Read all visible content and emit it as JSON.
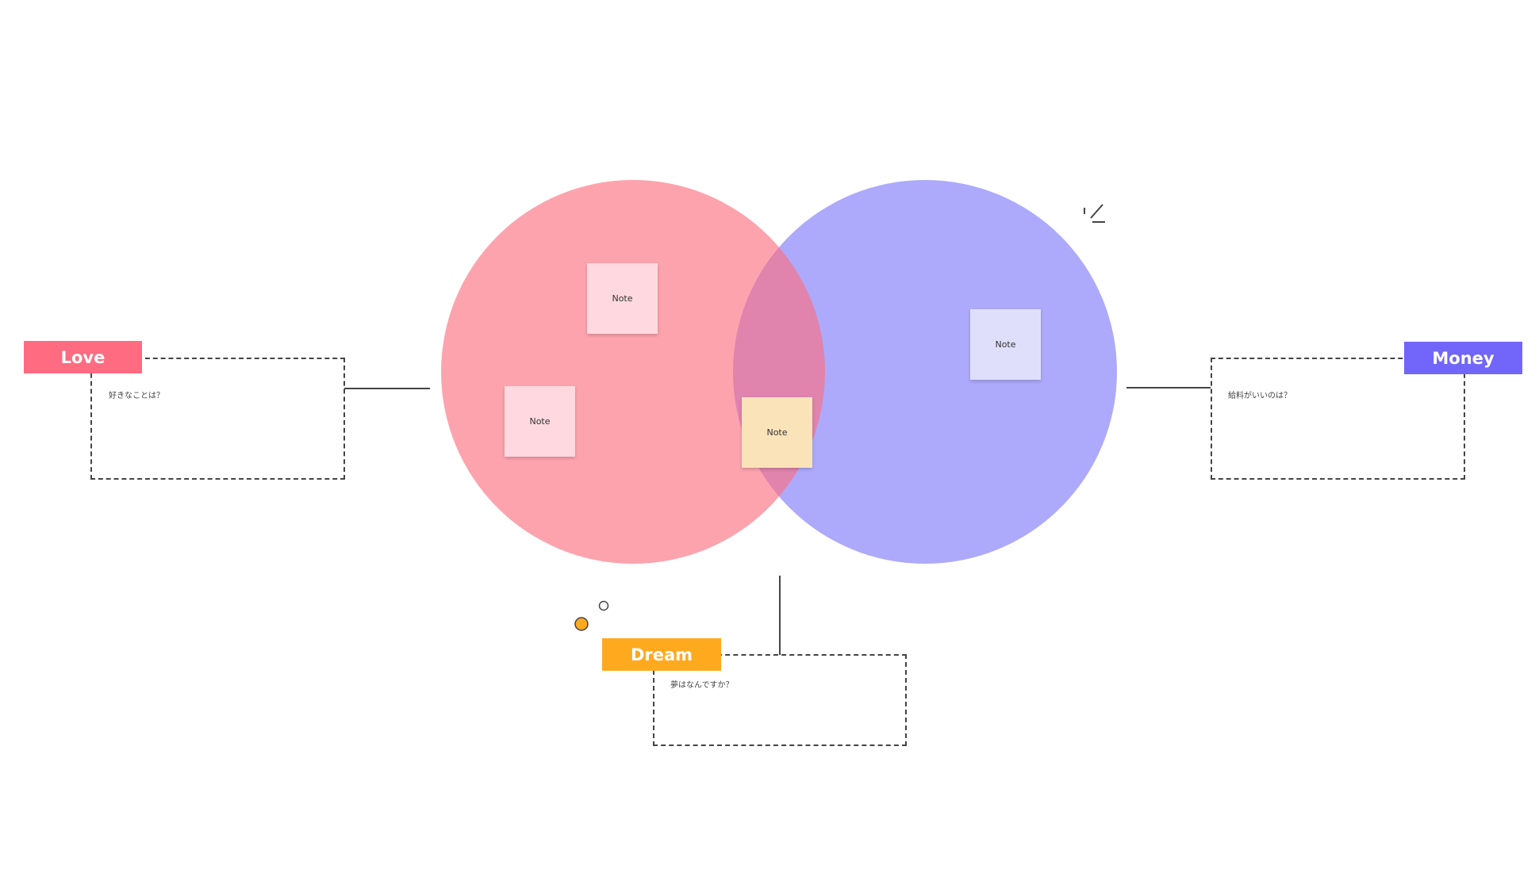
{
  "colors": {
    "love": "#FF6B81",
    "money": "#7166F9",
    "dream": "#FFA91F",
    "love_circle": "#FDA3AE",
    "money_circle": "#ADAAFB",
    "overlap": "#E084AD",
    "note_pink": "#FFD9DF",
    "note_yellow": "#FBE3B9",
    "note_lavender": "#E0DFFB"
  },
  "labels": {
    "love": "Love",
    "money": "Money",
    "dream": "Dream"
  },
  "questions": {
    "love": "好きなことは？",
    "money": "給料がいいのは？",
    "dream": "夢はなんですか？"
  },
  "notes": [
    {
      "text": "Note"
    },
    {
      "text": "Note"
    },
    {
      "text": "Note"
    },
    {
      "text": "Note"
    }
  ]
}
